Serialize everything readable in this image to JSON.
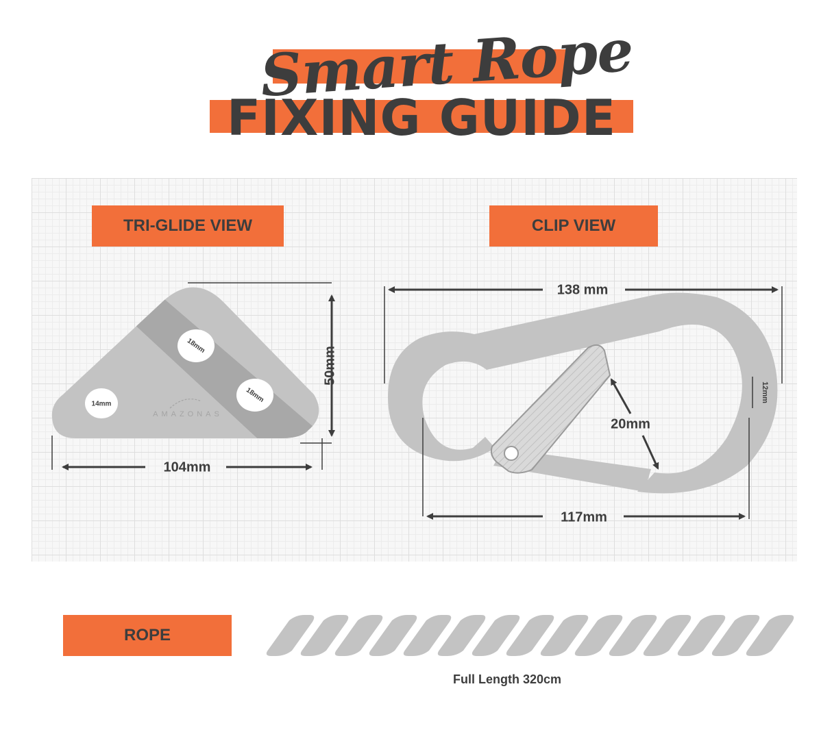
{
  "header": {
    "script_title": "Smart Rope",
    "main_title": "FIXING GUIDE",
    "accent_color": "#f26f3a",
    "text_color": "#3d3d3d",
    "shape_color": "#c3c3c3"
  },
  "tri_glide": {
    "label": "TRI-GLIDE VIEW",
    "width_label": "104mm",
    "height_label": "50mm",
    "hole_small_label": "14mm",
    "hole_top_label": "18mm",
    "hole_bottom_label": "18mm",
    "brand_mark": "AMAZONAS"
  },
  "clip": {
    "label": "CLIP VIEW",
    "length_label": "138 mm",
    "inner_length_label": "117mm",
    "gate_opening_label": "20mm",
    "thickness_label": "12mm"
  },
  "rope": {
    "label": "ROPE",
    "caption": "Full Length 320cm",
    "twist_count": 15
  }
}
